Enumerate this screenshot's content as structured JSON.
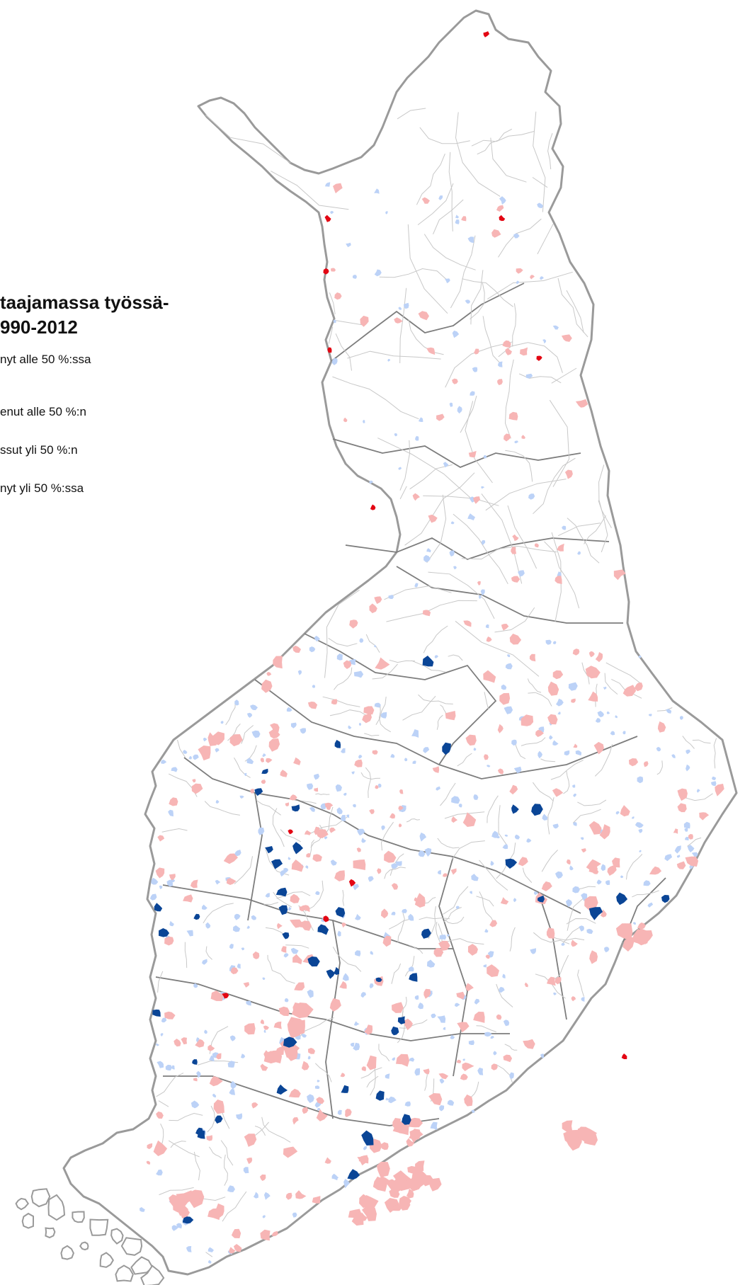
{
  "title_line1": "taajamassa työssä-",
  "title_line2": "990-2012",
  "legend": [
    {
      "label": "nyt alle 50 %:ssa",
      "color": "#e30613"
    },
    {
      "label": "enut alle 50 %:n",
      "color": "#f7b5b5"
    },
    {
      "label": "ssut yli 50 %:n",
      "color": "#bcd2f7"
    },
    {
      "label": "nyt yli 50 %:ssa",
      "color": "#0a4596"
    }
  ],
  "colors": {
    "outer_border": "#9a9a9a",
    "region_border": "#7d7d7d",
    "municipality_border": "#c8c8c8",
    "land": "#ffffff"
  }
}
